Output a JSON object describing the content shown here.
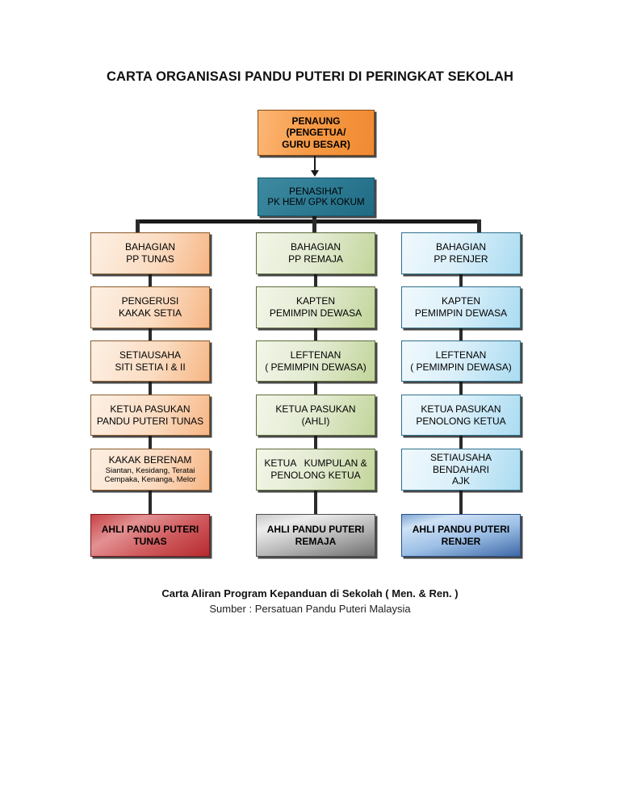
{
  "document": {
    "title": "CARTA ORGANISASI PANDU PUTERI DI PERINGKAT SEKOLAH",
    "footer_line1": "Carta Aliran Program Kepanduan di Sekolah ( Men. & Ren. )",
    "footer_line2": "Sumber : Persatuan Pandu Puteri Malaysia"
  },
  "colors": {
    "penaung_orange": "#f79a45",
    "penasihat_teal": "#2d7b93",
    "column_tunas_orange": "#f6b685",
    "column_remaja_green": "#c2d59a",
    "column_renjer_blue": "#aadcf1",
    "terminal_tunas_red": "#c74244",
    "terminal_remaja_grey": "#b7b7b7",
    "terminal_renjer_blue": "#3f6aa8",
    "connector_black": "#1a1a1a"
  },
  "top": {
    "penaung": {
      "line1": "PENAUNG",
      "line2": "(PENGETUA/",
      "line3": "GURU BESAR)"
    },
    "penasihat": {
      "line1": "PENASIHAT",
      "line2": "PK HEM/ GPK KOKUM"
    }
  },
  "columns": [
    {
      "key": "tunas",
      "theme": "orange",
      "nodes": [
        {
          "line1": "BAHAGIAN",
          "line2": "PP TUNAS"
        },
        {
          "line1": "PENGERUSI",
          "line2": "KAKAK SETIA"
        },
        {
          "line1": "SETIAUSAHA",
          "line2": "SITI SETIA I & II"
        },
        {
          "line1": "KETUA PASUKAN",
          "line2": "PANDU PUTERI TUNAS"
        },
        {
          "line1": "KAKAK BERENAM",
          "sub1": "Siantan, Kesidang, Teratai",
          "sub2": "Cempaka, Kenanga, Melor"
        }
      ],
      "terminal": {
        "theme": "red",
        "line1": "AHLI PANDU PUTERI",
        "line2": "TUNAS"
      }
    },
    {
      "key": "remaja",
      "theme": "green",
      "nodes": [
        {
          "line1": "BAHAGIAN",
          "line2": "PP REMAJA"
        },
        {
          "line1": "KAPTEN",
          "line2": "PEMIMPIN DEWASA"
        },
        {
          "line1": "LEFTENAN",
          "line2": "( PEMIMPIN DEWASA)"
        },
        {
          "line1": "KETUA PASUKAN",
          "line2": "(AHLI)"
        },
        {
          "line1": "KETUA   KUMPULAN &",
          "line2": "PENOLONG KETUA"
        }
      ],
      "terminal": {
        "theme": "grey",
        "line1": "AHLI PANDU PUTERI",
        "line2": "REMAJA"
      }
    },
    {
      "key": "renjer",
      "theme": "blue",
      "nodes": [
        {
          "line1": "BAHAGIAN",
          "line2": "PP RENJER"
        },
        {
          "line1": "KAPTEN",
          "line2": "PEMIMPIN DEWASA"
        },
        {
          "line1": "LEFTENAN",
          "line2": "( PEMIMPIN DEWASA)"
        },
        {
          "line1": "KETUA PASUKAN",
          "line2": "PENOLONG KETUA"
        },
        {
          "line1": "SETIAUSAHA",
          "line2": "BENDAHARI",
          "line3": "AJK"
        }
      ],
      "terminal": {
        "theme": "darkblue",
        "line1": "AHLI PANDU PUTERI",
        "line2": "RENJER"
      }
    }
  ]
}
